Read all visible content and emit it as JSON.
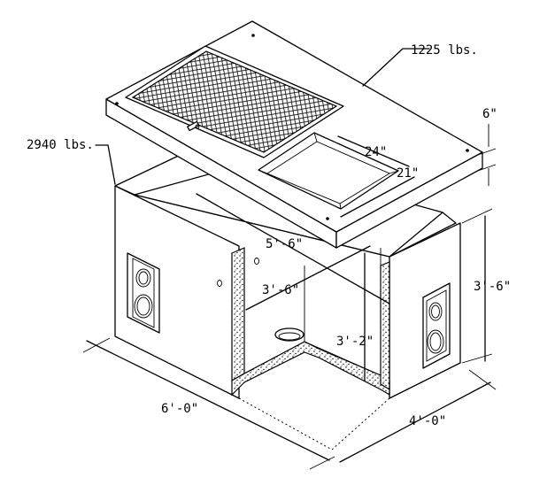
{
  "labels": {
    "lid_weight": "1225 lbs.",
    "box_weight": "2940 lbs.",
    "lid_thickness": "6\"",
    "opening_length": "24\"",
    "opening_width": "21\"",
    "inner_length": "5'-6\"",
    "inner_width": "3'-6\"",
    "outer_height": "3'-6\"",
    "inner_depth": "3'-2\"",
    "outer_length": "6'-0\"",
    "outer_width": "4'-0\""
  }
}
